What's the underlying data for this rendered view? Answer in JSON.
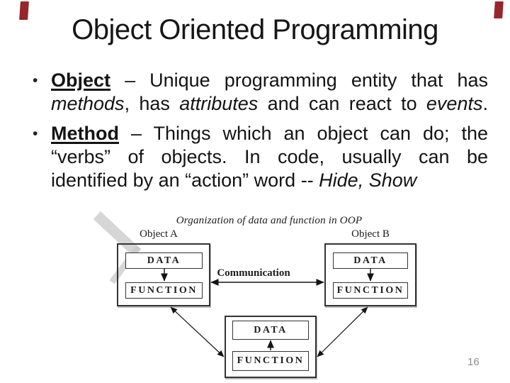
{
  "slide": {
    "title": "Object Oriented Programming",
    "page_number": "16",
    "accent_color": "#96262b",
    "page_number_color": "#8f8f8f"
  },
  "bullets": [
    {
      "lines": [
        [
          {
            "t": "Object",
            "b": true,
            "u": true
          },
          {
            "t": " – Unique programming entity that has"
          }
        ],
        [
          {
            "t": "methods",
            "i": true
          },
          {
            "t": ", has "
          },
          {
            "t": "attributes",
            "i": true
          },
          {
            "t": " and can react to "
          },
          {
            "t": "events",
            "i": true
          },
          {
            "t": "."
          }
        ]
      ]
    },
    {
      "lines": [
        [
          {
            "t": "Method",
            "b": true,
            "u": true
          },
          {
            "t": " – Things which an object can do; the"
          }
        ],
        [
          {
            "t": "“verbs” of objects. In code, usually can be"
          }
        ],
        [
          {
            "t": "identified by an “action” word -- "
          },
          {
            "t": "Hide, Show",
            "i": true
          }
        ]
      ]
    }
  ],
  "diagram": {
    "caption": "Organization of data and function in OOP",
    "object_a_label": "Object A",
    "object_b_label": "Object B",
    "communication_label": "Communication",
    "data_label": "DATA",
    "function_label": "FUNCTION"
  }
}
